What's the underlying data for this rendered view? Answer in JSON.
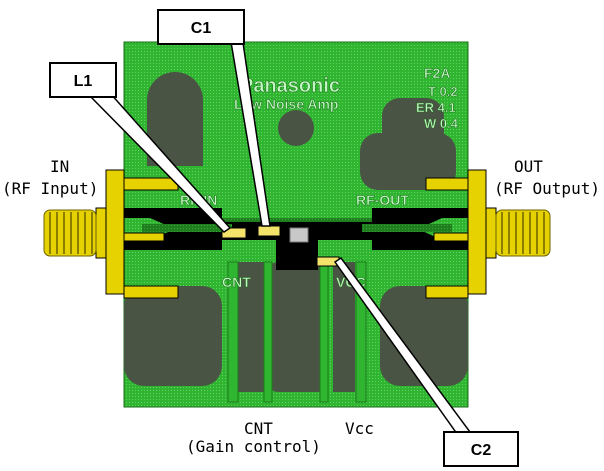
{
  "callouts": {
    "c1": "C1",
    "l1": "L1",
    "c2": "C2"
  },
  "silkscreen": {
    "brand": "Panasonic",
    "product": "Low Noise Amp",
    "part": "F2A",
    "thickness": "T 0.2",
    "er": "ER 4.1",
    "width": "W 0.4",
    "rf_in": "RF-IN",
    "rf_out": "RF-OUT",
    "cnt": "CNT",
    "vcc": "VCC"
  },
  "port_labels": {
    "in_line1": "IN",
    "in_line2": "(RF Input)",
    "out_line1": "OUT",
    "out_line2": "(RF Output)",
    "cnt_line1": "CNT",
    "cnt_line2": "(Gain control)",
    "vcc": "Vcc"
  },
  "colors": {
    "board_green": "#2eb82e",
    "board_dark": "#3f4a3a",
    "trace": "#1f8f1f",
    "gold": "#e6d200",
    "gold_dark": "#a89a00",
    "component": "#f4e36a"
  }
}
